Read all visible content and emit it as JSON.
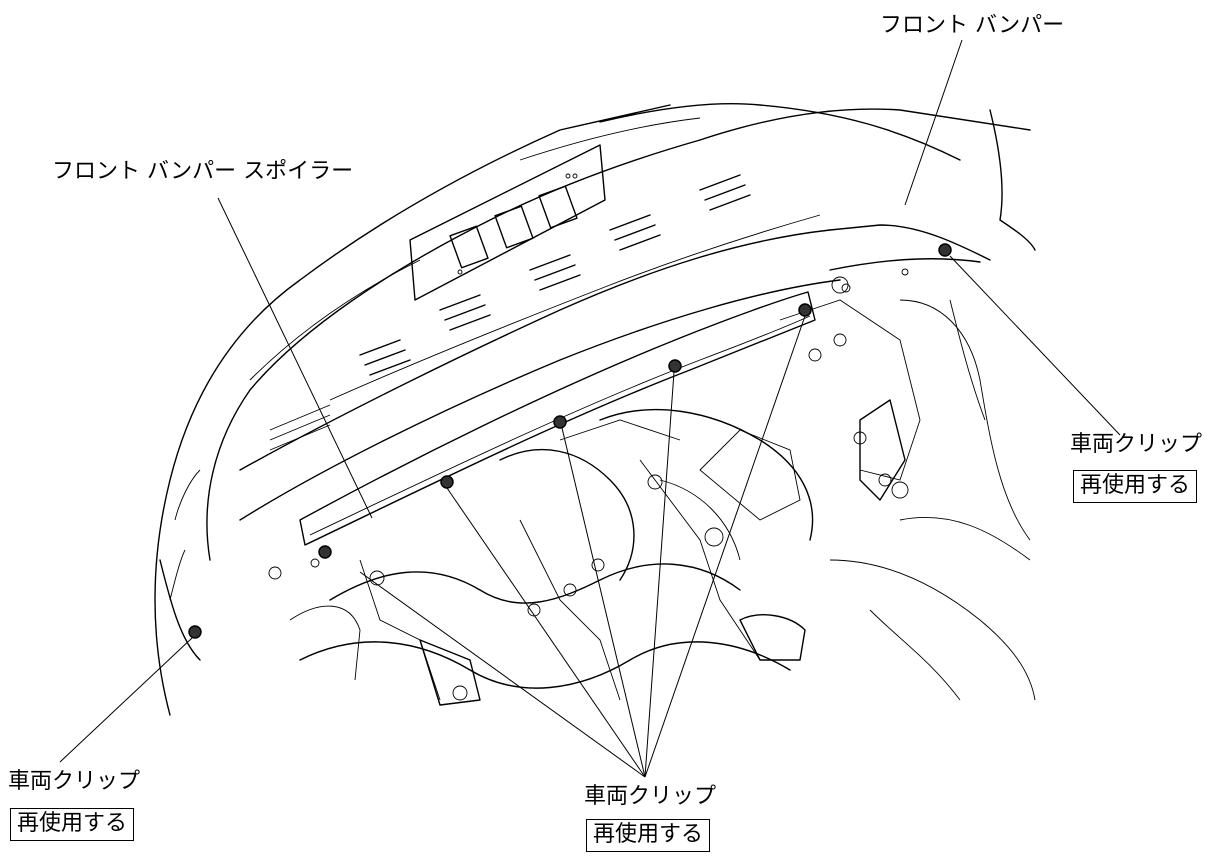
{
  "labels": {
    "front_bumper": "フロント バンパー",
    "front_bumper_spoiler": "フロント バンパー スポイラー",
    "clip_right": {
      "name": "車両クリップ",
      "note": "再使用する"
    },
    "clip_left": {
      "name": "車両クリップ",
      "note": "再使用する"
    },
    "clip_bottom": {
      "name": "車両クリップ",
      "note": "再使用する"
    }
  },
  "colors": {
    "line": "#000000",
    "clip_fill": "#333333",
    "background": "#ffffff"
  }
}
